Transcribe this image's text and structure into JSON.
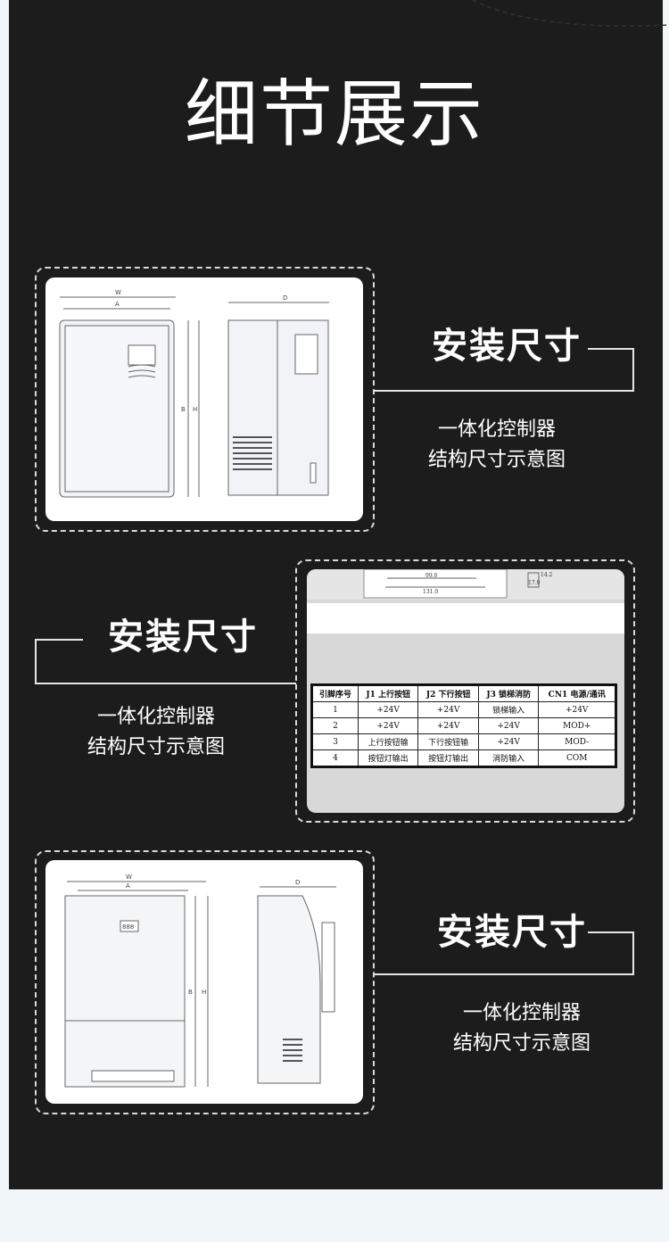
{
  "page": {
    "title": "细节展示",
    "sections": [
      {
        "heading": "安装尺寸",
        "sub_line1": "一体化控制器",
        "sub_line2": "结构尺寸示意图"
      },
      {
        "heading": "安装尺寸",
        "sub_line1": "一体化控制器",
        "sub_line2": "结构尺寸示意图"
      },
      {
        "heading": "安装尺寸",
        "sub_line1": "一体化控制器",
        "sub_line2": "结构尺寸示意图"
      }
    ]
  },
  "drawing1": {
    "dim_w": "W",
    "dim_a": "A",
    "dim_b": "B",
    "dim_h": "H",
    "dim_d": "D"
  },
  "drawing2": {
    "dim_top1": "99.0",
    "dim_top2": "131.0",
    "dim_side1": "14.2",
    "dim_side2": "17.9",
    "table": {
      "headers": [
        "引脚序号",
        "J1 上行按钮",
        "J2 下行按钮",
        "J3 锁梯消防",
        "CN1 电源/通讯"
      ],
      "rows": [
        [
          "1",
          "+24V",
          "+24V",
          "锁梯输入",
          "+24V"
        ],
        [
          "2",
          "+24V",
          "+24V",
          "+24V",
          "MOD+"
        ],
        [
          "3",
          "上行按钮输",
          "下行按钮输",
          "+24V",
          "MOD-"
        ],
        [
          "4",
          "按钮灯输出",
          "按钮灯输出",
          "消防输入",
          "COM"
        ]
      ]
    }
  },
  "drawing3": {
    "dim_w": "W",
    "dim_a": "A",
    "dim_b": "B",
    "dim_h": "H",
    "dim_d": "D",
    "display": "888"
  }
}
